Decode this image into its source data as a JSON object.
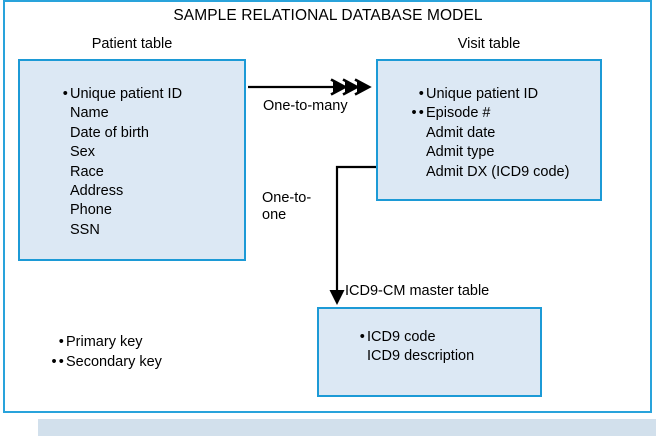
{
  "figure": {
    "title": "SAMPLE RELATIONAL DATABASE MODEL",
    "frame_color": "#29A3DB",
    "box_fill": "#DCE8F4",
    "box_border": "#1C9AD6",
    "text_color": "#000000",
    "background": "#FFFFFF"
  },
  "tables": {
    "patient": {
      "caption": "Patient table",
      "fields": [
        {
          "key": "primary",
          "bullets": "•",
          "label": "Unique patient ID"
        },
        {
          "key": "none",
          "bullets": "",
          "label": "Name"
        },
        {
          "key": "none",
          "bullets": "",
          "label": "Date of birth"
        },
        {
          "key": "none",
          "bullets": "",
          "label": "Sex"
        },
        {
          "key": "none",
          "bullets": "",
          "label": "Race"
        },
        {
          "key": "none",
          "bullets": "",
          "label": "Address"
        },
        {
          "key": "none",
          "bullets": "",
          "label": "Phone"
        },
        {
          "key": "none",
          "bullets": "",
          "label": "SSN"
        }
      ]
    },
    "visit": {
      "caption": "Visit table",
      "fields": [
        {
          "key": "primary",
          "bullets": "•",
          "label": "Unique patient ID"
        },
        {
          "key": "secondary",
          "bullets": "••",
          "label": "Episode #"
        },
        {
          "key": "none",
          "bullets": "",
          "label": "Admit date"
        },
        {
          "key": "none",
          "bullets": "",
          "label": "Admit type"
        },
        {
          "key": "none",
          "bullets": "",
          "label": "Admit DX (ICD9 code)"
        }
      ]
    },
    "icd9": {
      "caption": "ICD9-CM master table",
      "fields": [
        {
          "key": "primary",
          "bullets": "•",
          "label": "ICD9 code"
        },
        {
          "key": "none",
          "bullets": "",
          "label": "ICD9 description"
        }
      ]
    }
  },
  "relationships": [
    {
      "name": "patient-to-visit",
      "label": "One-to-many",
      "from": "Patient table",
      "to": "Visit table",
      "cardinality": "one-to-many"
    },
    {
      "name": "visit-to-icd9",
      "label": "One-to-\none",
      "from": "Visit table",
      "to": "ICD9-CM master table",
      "cardinality": "one-to-one"
    }
  ],
  "legend": {
    "items": [
      {
        "bullets": "•",
        "label": "Primary key"
      },
      {
        "bullets": "••",
        "label": "Secondary key"
      }
    ]
  }
}
